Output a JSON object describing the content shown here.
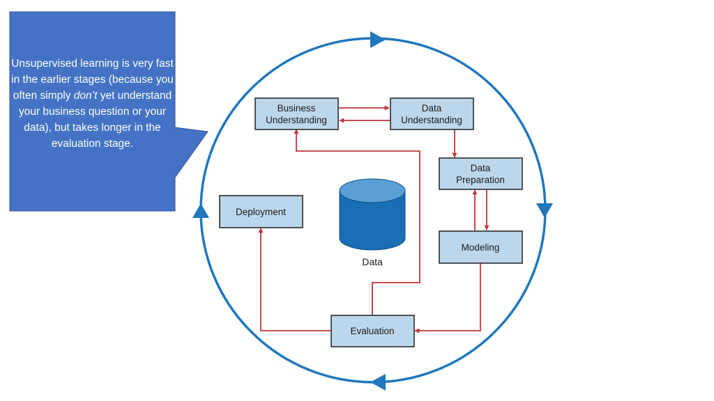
{
  "colors": {
    "callout_fill": "#4472c4",
    "callout_border": "#2f5597",
    "cycle_blue": "#1f77bd",
    "box_fill": "#bcd7ec",
    "flow_red": "#c1343a",
    "data_cylinder": "#1a6eb3"
  },
  "callout": {
    "text_before": "Unsupervised learning is very fast in the earlier stages (because you often simply ",
    "text_emphasis": "don’t",
    "text_after": " yet understand your business question or your data), but takes longer in the evaluation stage."
  },
  "phases": {
    "business_understanding": [
      "Business",
      "Understanding"
    ],
    "data_understanding": [
      "Data",
      "Understanding"
    ],
    "data_preparation": [
      "Data",
      "Preparation"
    ],
    "modeling": "Modeling",
    "evaluation": "Evaluation",
    "deployment": "Deployment"
  },
  "center": {
    "label": "Data",
    "icon": "database-cylinder-icon"
  }
}
